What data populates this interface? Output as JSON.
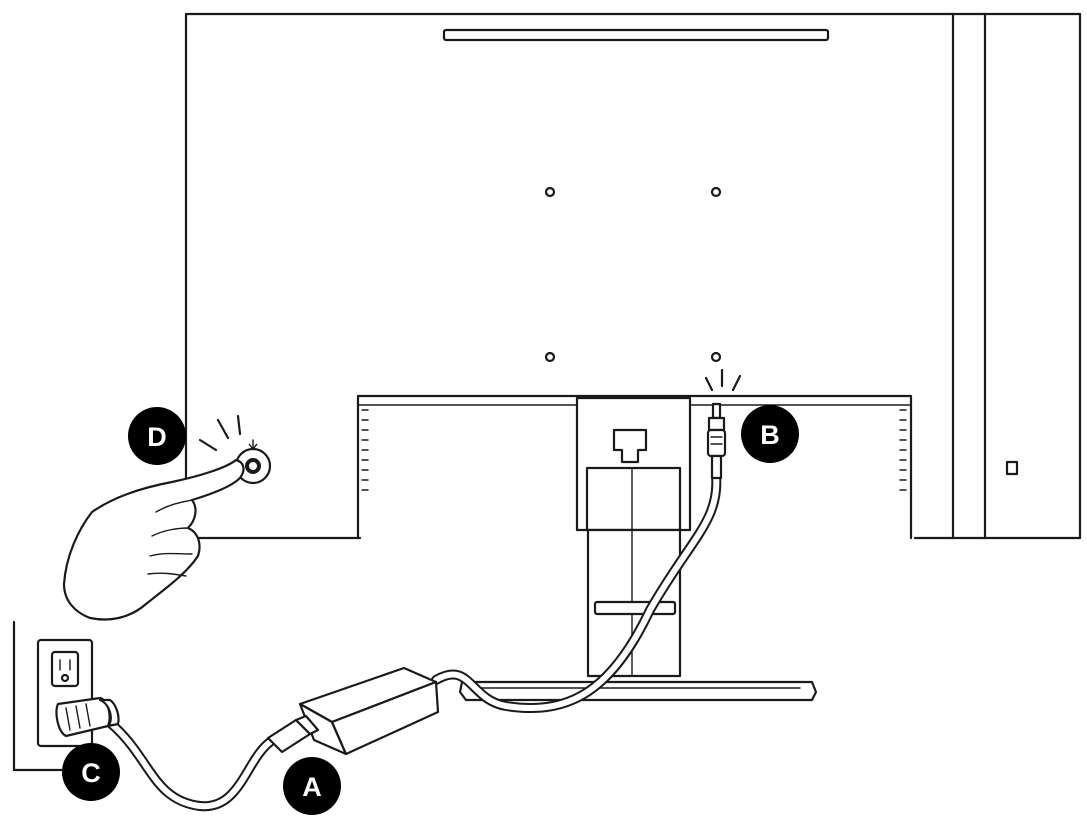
{
  "badges": {
    "a": "A",
    "b": "B",
    "c": "C",
    "d": "D"
  },
  "colors": {
    "line": "#1a1a1a",
    "badge_fill": "#000000",
    "badge_text": "#ffffff",
    "background": "#ffffff"
  }
}
